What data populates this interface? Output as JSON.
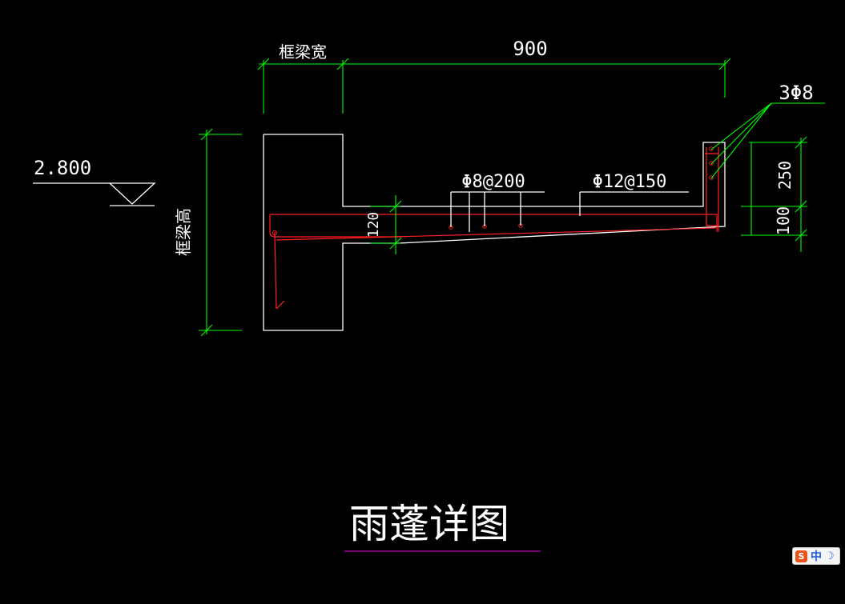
{
  "drawing": {
    "title": "雨蓬详图",
    "labels": {
      "beam_width": "框梁宽",
      "span": "900",
      "elevation": "2.800",
      "beam_height": "框梁高",
      "thickness": "120",
      "rebar_top": "Φ8@200",
      "rebar_main": "Φ12@150",
      "rebar_upstand": "3Φ8",
      "dim_upstand": "250",
      "dim_slab": "100"
    },
    "colors": {
      "background": "#000000",
      "outline": "#ffffff",
      "dimension": "#00ff00",
      "rebar": "#ff2020",
      "title_underline": "#c000c0"
    }
  },
  "ime_indicator": {
    "logo": "S",
    "lang": "中",
    "moon_icon": "moon-icon"
  }
}
